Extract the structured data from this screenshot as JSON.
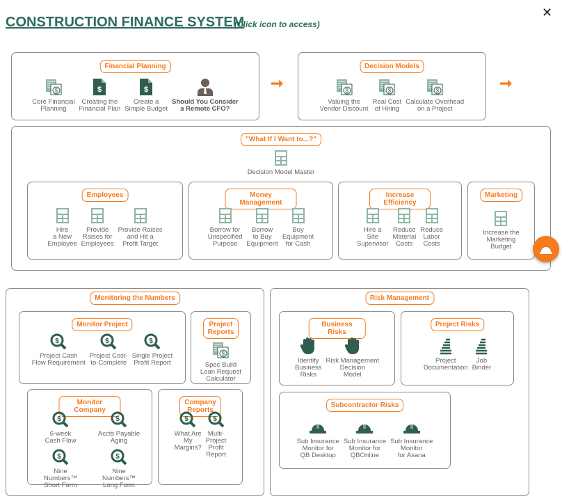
{
  "header": {
    "title": "CONSTRUCTION FINANCE SYSTEM",
    "subtitle": "(Click icon to access)"
  },
  "sections": {
    "financial_planning": {
      "label": "Financial Planning",
      "items": [
        {
          "label": "Core Financial\nPlanning",
          "icon": "spreadsheet-dollar"
        },
        {
          "label": "Creating the\nFinancial Plan",
          "icon": "document-dollar"
        },
        {
          "label": "Create a\nSimple Budget",
          "icon": "document-dollar"
        },
        {
          "label": "Should You Consider\na Remote CFO?",
          "icon": "person",
          "bold": true
        }
      ]
    },
    "decision_models": {
      "label": "Decision Models",
      "items": [
        {
          "label": "Valuing the\nVendor Discount",
          "icon": "spreadsheet-dollar"
        },
        {
          "label": "Real Cost\nof Hiring",
          "icon": "spreadsheet-dollar"
        },
        {
          "label": "Calculate Overhead\non a Project",
          "icon": "spreadsheet-dollar"
        }
      ]
    },
    "what_if": {
      "label": "\"What If I Want to...?\"",
      "items": [
        {
          "label": "Decision Model Master",
          "icon": "calculator"
        }
      ]
    },
    "employees": {
      "label": "Employees",
      "items": [
        {
          "label": "Hire\na New\nEmployee",
          "icon": "calculator"
        },
        {
          "label": "Provide\nRaises for\nEmployees",
          "icon": "calculator"
        },
        {
          "label": "Provide Raises\nand Hit a\nProfit Target",
          "icon": "calculator"
        }
      ]
    },
    "money_management": {
      "label": "Money Management",
      "items": [
        {
          "label": "Borrow for\nUnspecified\nPurpose",
          "icon": "calculator"
        },
        {
          "label": "Borrow\nto Buy\nEquipment",
          "icon": "calculator"
        },
        {
          "label": "Buy\nEquipment\nfor Cash",
          "icon": "calculator"
        }
      ]
    },
    "increase_efficiency": {
      "label": "Increase Efficiency",
      "items": [
        {
          "label": "Hire a\nSite\nSupervisor",
          "icon": "calculator"
        },
        {
          "label": "Reduce\nMaterial\nCosts",
          "icon": "calculator"
        },
        {
          "label": "Reduce\nLabor\nCosts",
          "icon": "calculator"
        }
      ]
    },
    "marketing": {
      "label": "Marketing",
      "items": [
        {
          "label": "Increase the\nMarketing\nBudget",
          "icon": "calculator"
        }
      ]
    },
    "monitoring": {
      "label": "Monitoring the Numbers",
      "items": []
    },
    "monitor_project": {
      "label": "Monitor Project",
      "items": [
        {
          "label": "Project Cash\nFlow Requirement",
          "icon": "magnifier-dollar"
        },
        {
          "label": "Project Cost-\nto-Complete",
          "icon": "magnifier-dollar"
        },
        {
          "label": "Single Project\nProfit Report",
          "icon": "magnifier-dollar"
        }
      ]
    },
    "project_reports": {
      "label": "Project\nReports",
      "items": [
        {
          "label": "Spec Build\nLoan Request\nCalculator",
          "icon": "spreadsheet-dollar"
        }
      ]
    },
    "monitor_company": {
      "label": "Monitor Company",
      "items": [
        {
          "label": "6-week\nCash Flow",
          "icon": "magnifier-dollar"
        },
        {
          "label": "Accts Payable\nAging",
          "icon": "magnifier-dollar"
        },
        {
          "label": "Nine Numbers™\nShort Form",
          "icon": "magnifier-dollar"
        },
        {
          "label": "Nine Numbers™\nLong Form",
          "icon": "magnifier-dollar"
        }
      ]
    },
    "company_reports": {
      "label": "Company Reports",
      "items": [
        {
          "label": "What Are\nMy\nMargins?",
          "icon": "magnifier-dollar"
        },
        {
          "label": "Multi-\nProject\nProfit\nReport",
          "icon": "magnifier-dollar"
        }
      ]
    },
    "risk_management": {
      "label": "Risk Management",
      "items": []
    },
    "business_risks": {
      "label": "Business Risks",
      "items": [
        {
          "label": "Identify\nBusiness\nRisks",
          "icon": "hand"
        },
        {
          "label": "Risk Management\nDecision\nModel",
          "icon": "hand"
        }
      ]
    },
    "project_risks": {
      "label": "Project Risks",
      "items": [
        {
          "label": "Project\nDocumentation",
          "icon": "document-stack"
        },
        {
          "label": "Job\nBinder",
          "icon": "document-stack"
        }
      ]
    },
    "subcontractor_risks": {
      "label": "Subcontractor Risks",
      "items": [
        {
          "label": "Sub Insurance\nMonitor for\nQB Desktop",
          "icon": "hard-hat"
        },
        {
          "label": "Sub Insurance\nMonitor for\nQBOnline",
          "icon": "hard-hat"
        },
        {
          "label": "Sub Insurance\nMonitor\nfor Asana",
          "icon": "hard-hat"
        }
      ]
    }
  },
  "colors": {
    "accent": "#f47b20",
    "brand": "#2e6b5e",
    "icon_dark": "#2f5e4e",
    "icon_light": "#8fb5a6"
  }
}
